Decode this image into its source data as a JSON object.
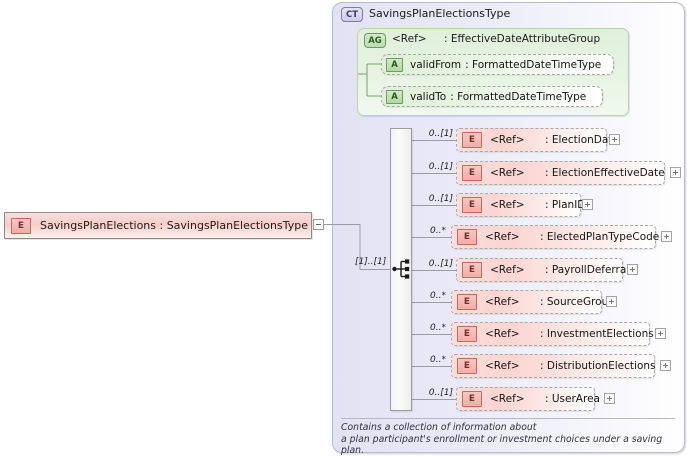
{
  "root_element": {
    "badge": "E",
    "name": "SavingsPlanElections",
    "separator": ":",
    "type": "SavingsPlanElectionsType",
    "label": "SavingsPlanElections : SavingsPlanElectionsType",
    "toggle_icon": "minus-icon",
    "toggle_state": "expanded"
  },
  "complex_type": {
    "badge": "CT",
    "title": "SavingsPlanElectionsType"
  },
  "attribute_group": {
    "badge": "AG",
    "ref_label": "<Ref>",
    "type_label": ": EffectiveDateAttributeGroup",
    "attributes": [
      {
        "badge": "A",
        "name": "validFrom",
        "type": ": FormattedDateTimeType"
      },
      {
        "badge": "A",
        "name": "validTo",
        "type": ": FormattedDateTimeType"
      }
    ]
  },
  "compositor": {
    "kind": "sequence",
    "cardinality": "[1]..[1]"
  },
  "elements": [
    {
      "badge": "E",
      "ref_label": "<Ref>",
      "type_label": ": ElectionDate",
      "cardinality": "0..[1]",
      "toggle_icon": "plus-icon"
    },
    {
      "badge": "E",
      "ref_label": "<Ref>",
      "type_label": ": ElectionEffectiveDate",
      "cardinality": "0..[1]",
      "toggle_icon": "plus-icon"
    },
    {
      "badge": "E",
      "ref_label": "<Ref>",
      "type_label": ": PlanID",
      "cardinality": "0..[1]",
      "toggle_icon": "plus-icon"
    },
    {
      "badge": "E",
      "ref_label": "<Ref>",
      "type_label": ": ElectedPlanTypeCode",
      "cardinality": "0..*",
      "toggle_icon": "plus-icon"
    },
    {
      "badge": "E",
      "ref_label": "<Ref>",
      "type_label": ": PayrollDeferral",
      "cardinality": "0..[1]",
      "toggle_icon": "plus-icon"
    },
    {
      "badge": "E",
      "ref_label": "<Ref>",
      "type_label": ": SourceGroup",
      "cardinality": "0..*",
      "toggle_icon": "plus-icon"
    },
    {
      "badge": "E",
      "ref_label": "<Ref>",
      "type_label": ": InvestmentElections",
      "cardinality": "0..*",
      "toggle_icon": "plus-icon"
    },
    {
      "badge": "E",
      "ref_label": "<Ref>",
      "type_label": ": DistributionElections",
      "cardinality": "0..*",
      "toggle_icon": "plus-icon"
    },
    {
      "badge": "E",
      "ref_label": "<Ref>",
      "type_label": ": UserArea",
      "cardinality": "0..[1]",
      "toggle_icon": "plus-icon"
    }
  ],
  "documentation": {
    "line1": "Contains a collection of information about",
    "line2": "a plan participant's enrollment or investment choices under a saving plan."
  },
  "colors": {
    "element_fill": "#fbdedb",
    "element_border": "#a9a9a9",
    "attribute_fill": "#ddf0d6",
    "attribute_border": "#b8d4ae",
    "container_fill": "#e2e2f4",
    "container_border": "#b9b9d2",
    "connector": "#9a9aac"
  }
}
